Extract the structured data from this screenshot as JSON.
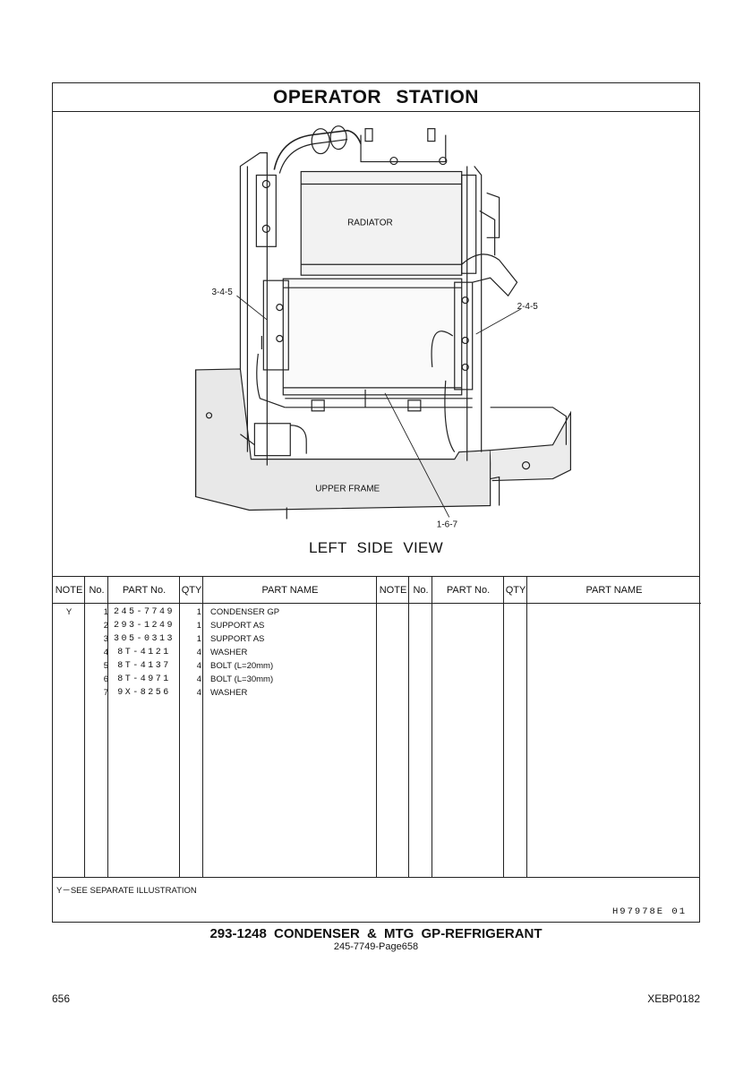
{
  "title": "OPERATOR STATION",
  "illustration": {
    "labels": {
      "radiator": "RADIATOR",
      "upper_frame": "UPPER FRAME",
      "callout_a": "3-4-5",
      "callout_b": "2-4-5",
      "callout_c": "1-6-7"
    },
    "view_title": "LEFT SIDE VIEW"
  },
  "table": {
    "headers": {
      "note": "NOTE",
      "no": "No.",
      "part_no": "PART No.",
      "qty": "QTY",
      "part_name": "PART NAME"
    },
    "rows": [
      {
        "note": "Y",
        "no": "1",
        "part_no": "245-7749",
        "qty": "1",
        "name": "CONDENSER GP"
      },
      {
        "note": "",
        "no": "2",
        "part_no": "293-1249",
        "qty": "1",
        "name": "SUPPORT AS"
      },
      {
        "note": "",
        "no": "3",
        "part_no": "305-0313",
        "qty": "1",
        "name": "SUPPORT AS"
      },
      {
        "note": "",
        "no": "4",
        "part_no": "8T-4121",
        "qty": "4",
        "name": "WASHER"
      },
      {
        "note": "",
        "no": "5",
        "part_no": "8T-4137",
        "qty": "4",
        "name": "BOLT (L=20mm)"
      },
      {
        "note": "",
        "no": "6",
        "part_no": "8T-4971",
        "qty": "4",
        "name": "BOLT (L=30mm)"
      },
      {
        "note": "",
        "no": "7",
        "part_no": "9X-8256",
        "qty": "4",
        "name": "WASHER"
      }
    ]
  },
  "footnote": "Y－SEE SEPARATE ILLUSTRATION",
  "drawing_id": "H97978E 01",
  "caption": "293-1248 CONDENSER & MTG GP-REFRIGERANT",
  "subcaption": "245-7749-Page658",
  "page_number": "656",
  "doc_code": "XEBP0182"
}
